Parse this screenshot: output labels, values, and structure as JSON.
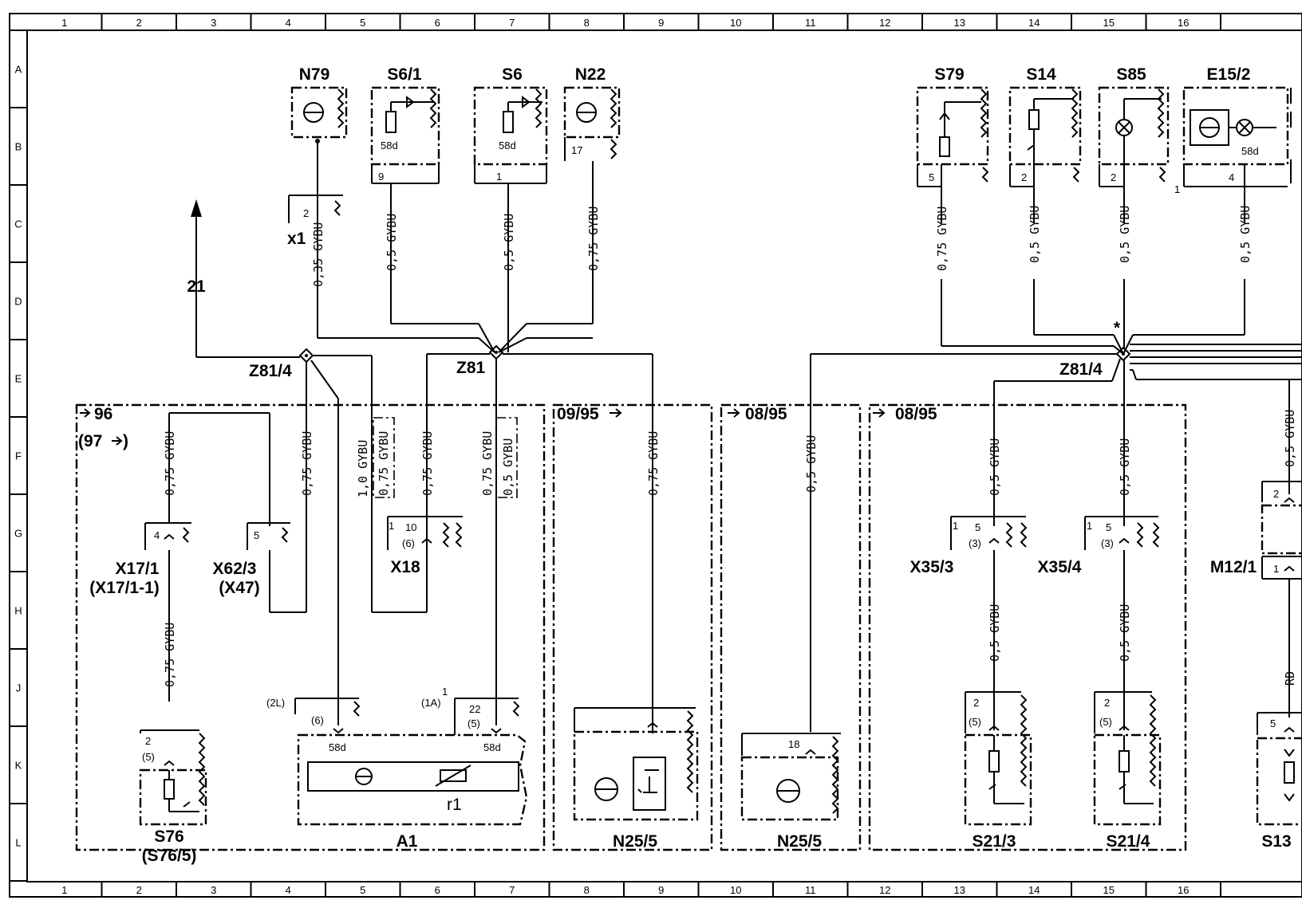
{
  "grid": {
    "columns": [
      "1",
      "2",
      "3",
      "4",
      "5",
      "6",
      "7",
      "8",
      "9",
      "10",
      "11",
      "12",
      "13",
      "14",
      "15",
      "16"
    ],
    "rows": [
      "A",
      "B",
      "C",
      "D",
      "E",
      "F",
      "G",
      "H",
      "J",
      "K",
      "L"
    ]
  },
  "components": {
    "n79": "N79",
    "s6_1": "S6/1",
    "s6": "S6",
    "n22": "N22",
    "s79": "S79",
    "s14": "S14",
    "s85": "S85",
    "e15_2": "E15/2",
    "x1": "x1",
    "z81_4_left": "Z81/4",
    "z81": "Z81",
    "z81_4_right": "Z81/4",
    "x17_1": "X17/1",
    "x17_1_alt": "(X17/1-1)",
    "x62_3": "X62/3",
    "x62_3_alt": "(X47)",
    "x18": "X18",
    "x35_3": "X35/3",
    "x35_4": "X35/4",
    "m12_1": "M12/1",
    "s76": "S76",
    "s76_alt": "(S76/5)",
    "a1": "A1",
    "n25_5_a": "N25/5",
    "n25_5_b": "N25/5",
    "s21_3": "S21/3",
    "s21_4": "S21/4",
    "s13": "S13"
  },
  "arrow_ref": "21",
  "version_tags": {
    "left_from": "96",
    "left_to": "(97",
    "mid1": "09/95",
    "mid2": "08/95",
    "right": "08/95"
  },
  "wires": {
    "n79": "0,35 GYBU",
    "s6_1": "0,5 GYBU",
    "s6": "0,5 GYBU",
    "n22": "0,75 GYBU",
    "s79": "0,75 GYBU",
    "s14": "0,5 GYBU",
    "s85": "0,5 GYBU",
    "e15_2": "0,5 GYBU",
    "x17_top": "0,75 GYBU",
    "x62_3": "0,75 GYBU",
    "x18_a": "1,0 GYBU",
    "x18_a_alt": "0,75 GYBU",
    "x18_b": "0,75 GYBU",
    "a1_22": "0,75 GYBU",
    "a1_22_alt": "0,5 GYBU",
    "n25_5_a": "0,75 GYBU",
    "n25_5_b": "0,5 GYBU",
    "x35_3_top": "0,5 GYBU",
    "x35_4_top": "0,5 GYBU",
    "x35_3_bot": "0,5 GYBU",
    "x35_4_bot": "0,5 GYBU",
    "x17_bot": "0,75 GYBU",
    "m12_top": "0,5 GYBU",
    "m12_bot": "RD"
  },
  "pins": {
    "s6_1": "9",
    "s6": "1",
    "n22": "17",
    "x1": "2",
    "s79": "5",
    "s14": "2",
    "s85": "2",
    "e15_2": "4",
    "s85_note": "1",
    "x17_1": "4",
    "x62_3": "5",
    "x18_one": "1",
    "x18_num": "10",
    "x18_alt": "(6)",
    "a1_left_outer": "(2L)",
    "a1_left_pin": "(6)",
    "a1_right_note": "1",
    "a1_right_outer": "(1A)",
    "a1_right_pin": "22",
    "a1_right_alt": "(5)",
    "a1_58d_left": "58d",
    "a1_58d_right": "58d",
    "a1_r1": "r1",
    "s6_1_58d": "58d",
    "s6_58d": "58d",
    "e15_2_58d": "58d",
    "n25_5_b": "18",
    "x35_3_one": "1",
    "x35_3_num": "5",
    "x35_3_alt": "(3)",
    "x35_4_one": "1",
    "x35_4_num": "5",
    "x35_4_alt": "(3)",
    "s21_3_num": "2",
    "s21_3_alt": "(5)",
    "s21_4_num": "2",
    "s21_4_alt": "(5)",
    "s76_num": "2",
    "s76_alt": "(5)",
    "m12_a": "2",
    "m12_b": "1",
    "s13": "5"
  },
  "markers": {
    "star": "*"
  }
}
